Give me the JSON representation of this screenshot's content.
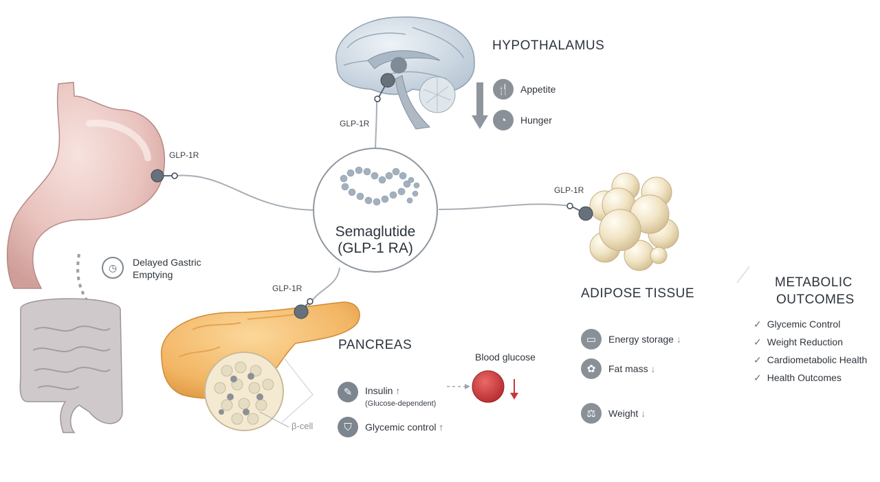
{
  "center": {
    "name": "Semaglutide",
    "subtitle": "(GLP-1 RA)"
  },
  "receptor_label": "GLP-1R",
  "hypothalamus": {
    "title": "HYPOTHALAMUS",
    "items": [
      {
        "label": "Appetite",
        "icon": "fork-knife-icon"
      },
      {
        "label": "Hunger",
        "icon": "stomach-icon"
      }
    ],
    "arrow": "down"
  },
  "stomach": {
    "effect_line1": "Delayed Gastric",
    "effect_line2": "Emptying",
    "icon": "clock-icon"
  },
  "pancreas": {
    "title": "PANCREAS",
    "cell_label": "β-cell",
    "insulin": {
      "label": "Insulin",
      "arrow": "↑",
      "note": "(Glucose-dependent)",
      "icon": "syringe-icon"
    },
    "glycemic": {
      "label": "Glycemic control",
      "arrow": "↑",
      "icon": "shield-icon"
    },
    "blood_glucose": {
      "label": "Blood glucose",
      "arrow": "down"
    }
  },
  "adipose": {
    "title": "ADIPOSE TISSUE",
    "items": [
      {
        "label": "Energy storage",
        "arrow": "↓",
        "icon": "battery-icon"
      },
      {
        "label": "Fat mass",
        "arrow": "↓",
        "icon": "fat-cell-icon"
      },
      {
        "label": "Weight",
        "arrow": "↓",
        "icon": "scale-icon"
      }
    ]
  },
  "outcomes": {
    "title_line1": "METABOLIC",
    "title_line2": "OUTCOMES",
    "items": [
      "Glycemic Control",
      "Weight Reduction",
      "Cardiometabolic Health",
      "Health Outcomes"
    ],
    "check_symbol": "✓"
  },
  "colors": {
    "line": "#9ea5ad",
    "receptor": "#5e6872",
    "stomach": "#e8c4c0",
    "intestine": "#c9c3c6",
    "pancreas": "#f2b968",
    "adipose": "#efe3c4",
    "brain": "#c9d4df",
    "glucose": "#c9373a",
    "arrow_red": "#c9373a"
  }
}
